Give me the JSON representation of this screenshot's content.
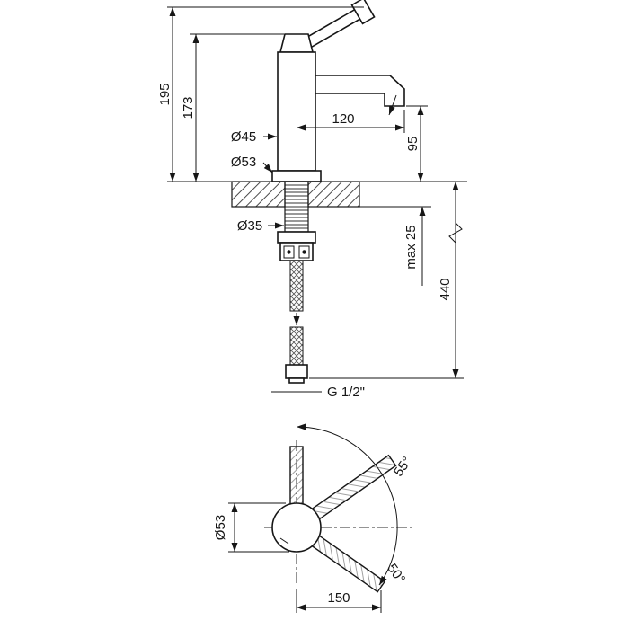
{
  "front_view": {
    "total_height": "195",
    "body_height": "173",
    "body_diameter": "Ø45",
    "base_diameter": "Ø53",
    "spout_reach": "120",
    "spout_height": "95",
    "hole_diameter": "Ø35",
    "deck_thickness": "max 25",
    "hose_length": "440",
    "connection_thread": "G 1/2\""
  },
  "top_view": {
    "base_diameter": "Ø53",
    "handle_swing_upper": "55°",
    "handle_swing_lower": "50°",
    "handle_reach": "150"
  },
  "colors": {
    "line": "#161616",
    "background": "#ffffff"
  }
}
